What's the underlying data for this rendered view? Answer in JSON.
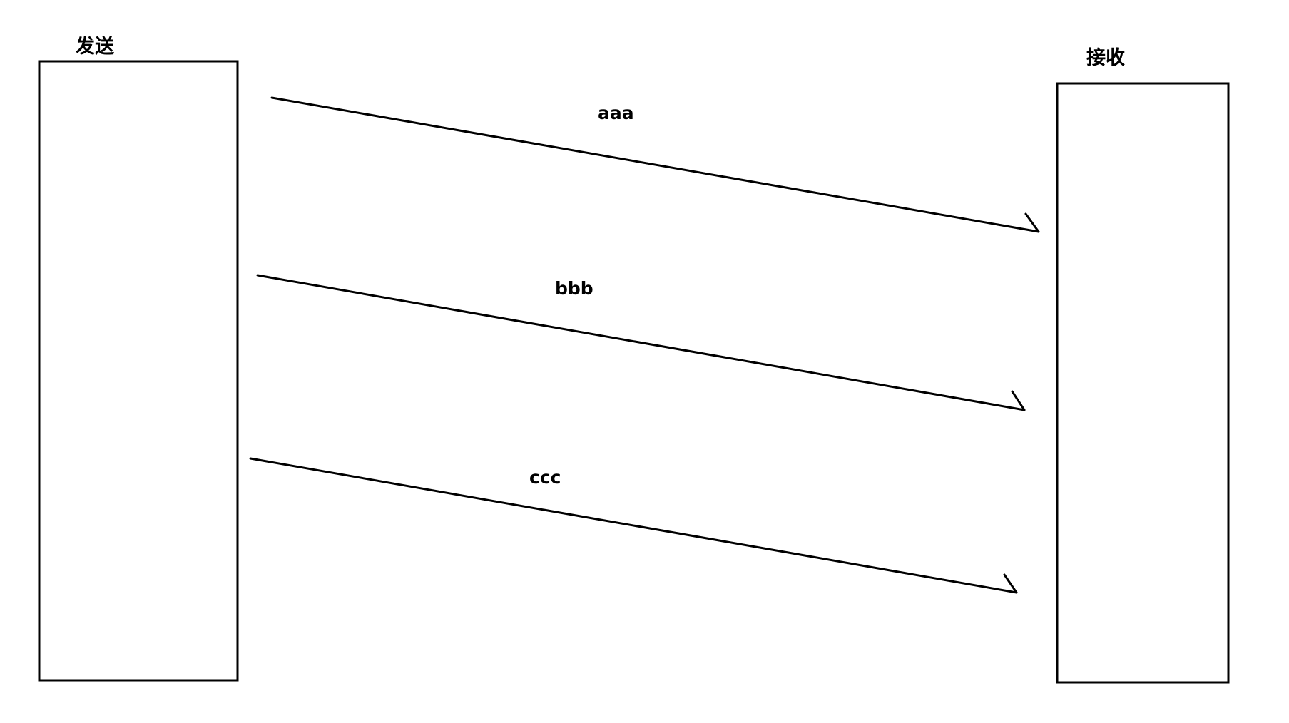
{
  "sender": {
    "label": "发送"
  },
  "receiver": {
    "label": "接收"
  },
  "messages": [
    {
      "label": "aaa"
    },
    {
      "label": "bbb"
    },
    {
      "label": "ccc"
    }
  ],
  "colors": {
    "stroke": "#000000",
    "background": "#ffffff"
  }
}
